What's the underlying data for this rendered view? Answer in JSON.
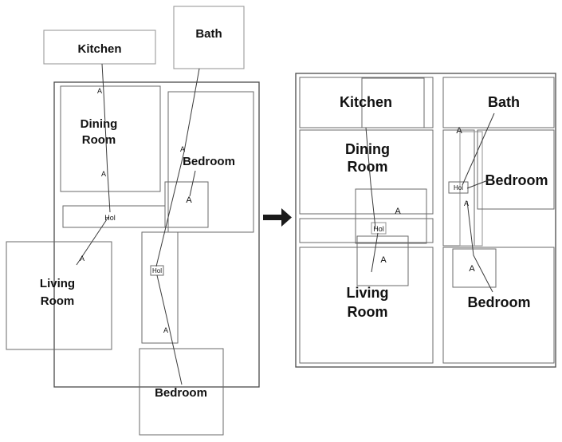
{
  "figure": {
    "marker": "A",
    "hall_abbrev": "Hol",
    "colors": {
      "stroke_dark": "#4a4a4a",
      "stroke_light": "#9b9b9b",
      "line": "#3a3a3a",
      "text": "#111111",
      "background": "#ffffff"
    },
    "left": {
      "kitchen": "Kitchen",
      "bath": "Bath",
      "dining_line1": "Dining",
      "dining_line2": "Room",
      "bedroom_right": "Bedroom",
      "living_line1": "Living",
      "living_line2": "Room",
      "bedroom_bottom": "Bedroom"
    },
    "right": {
      "kitchen": "Kitchen",
      "bath": "Bath",
      "dining_line1": "Dining",
      "dining_line2": "Room",
      "bedroom_right": "Bedroom",
      "living_line1": "Living",
      "living_line2": "Room",
      "bedroom_bottom": "Bedroom"
    }
  }
}
